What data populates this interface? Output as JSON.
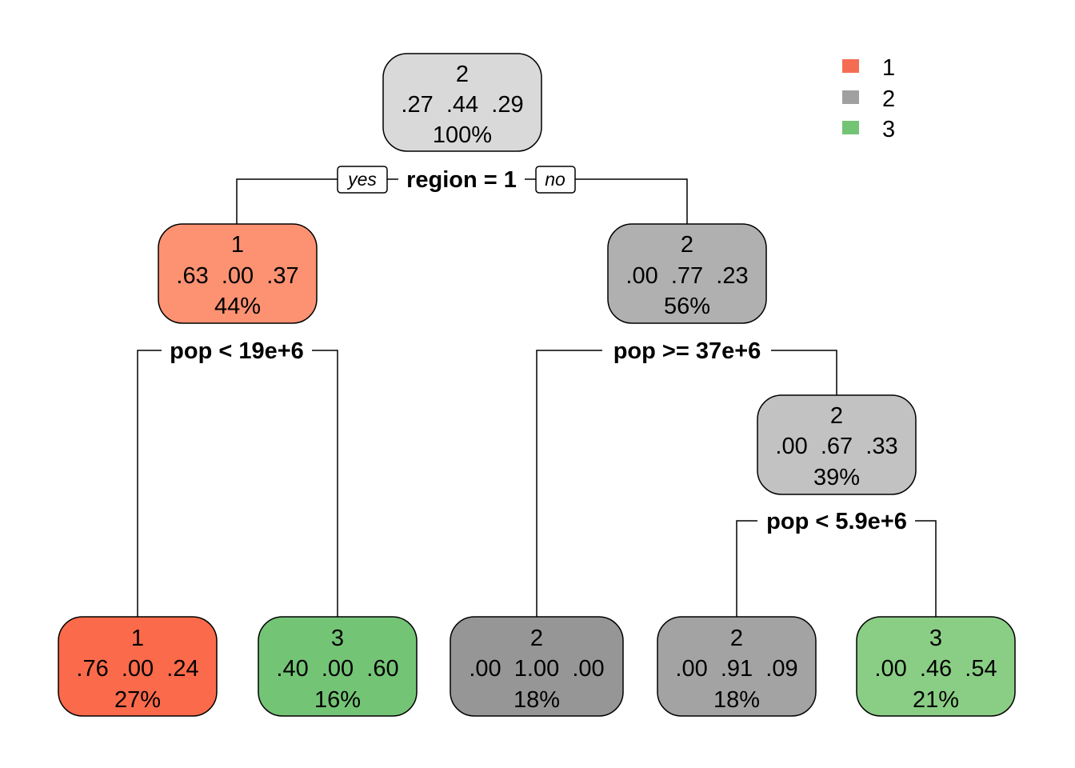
{
  "colors": {
    "class_1": "#F46D53",
    "class_2": "#A0A0A0",
    "class_3": "#74C476",
    "edge": "#000000"
  },
  "legend": [
    {
      "label": "1",
      "color": "#F46D53"
    },
    {
      "label": "2",
      "color": "#A0A0A0"
    },
    {
      "label": "3",
      "color": "#74C476"
    }
  ],
  "branch_labels": {
    "yes": "yes",
    "no": "no"
  },
  "nodes": [
    {
      "id": "n1",
      "class": "2",
      "probs": ".27  .44  .29",
      "pct": "100%",
      "fill": "#D9D9D9"
    },
    {
      "id": "n2",
      "class": "1",
      "probs": ".63  .00  .37",
      "pct": "44%",
      "fill": "#FC9272"
    },
    {
      "id": "n3",
      "class": "2",
      "probs": ".00  .77  .23",
      "pct": "56%",
      "fill": "#B0B0B0"
    },
    {
      "id": "n4",
      "class": "1",
      "probs": ".76  .00  .24",
      "pct": "27%",
      "fill": "#FB6A4A"
    },
    {
      "id": "n5",
      "class": "3",
      "probs": ".40  .00  .60",
      "pct": "16%",
      "fill": "#74C476"
    },
    {
      "id": "n6",
      "class": "2",
      "probs": ".00  1.00  .00",
      "pct": "18%",
      "fill": "#969696"
    },
    {
      "id": "n7",
      "class": "2",
      "probs": ".00  .67  .33",
      "pct": "39%",
      "fill": "#C2C2C2"
    },
    {
      "id": "n8",
      "class": "2",
      "probs": ".00  .91  .09",
      "pct": "18%",
      "fill": "#A3A3A3"
    },
    {
      "id": "n9",
      "class": "3",
      "probs": ".00  .46  .54",
      "pct": "21%",
      "fill": "#8ACE85"
    }
  ],
  "splits": [
    {
      "id": "s1",
      "label": "region = 1"
    },
    {
      "id": "s2",
      "label": "pop < 19e+6"
    },
    {
      "id": "s3",
      "label": "pop >= 37e+6"
    },
    {
      "id": "s4",
      "label": "pop < 5.9e+6"
    }
  ]
}
